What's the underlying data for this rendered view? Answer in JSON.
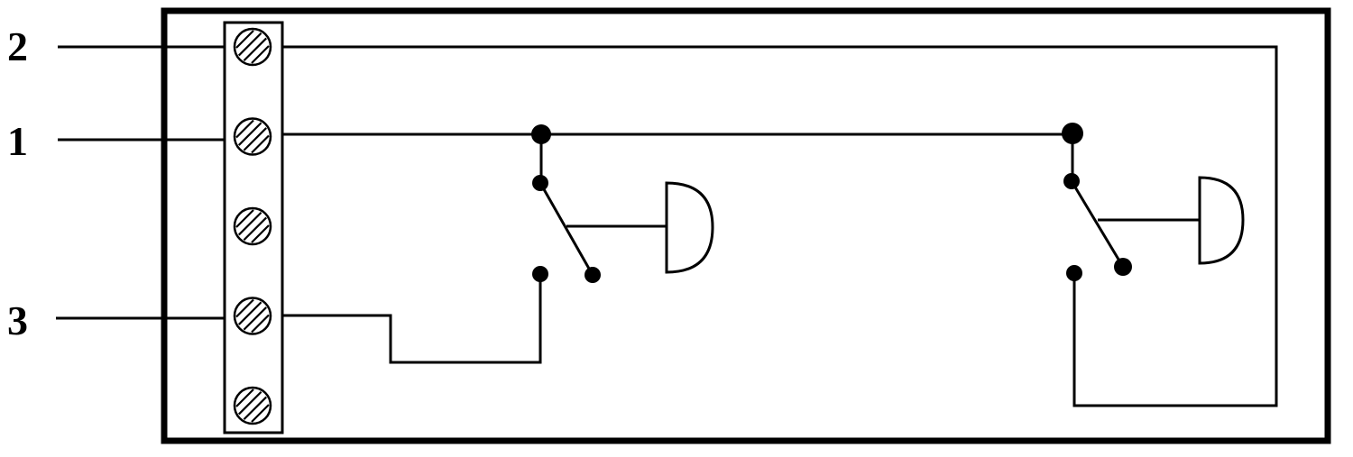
{
  "terminal_labels": {
    "t2": "2",
    "t1": "1",
    "t3": "3"
  },
  "terminal_block": {
    "screw_count": 5
  },
  "colors": {
    "line": "#000000",
    "background": "#ffffff"
  }
}
